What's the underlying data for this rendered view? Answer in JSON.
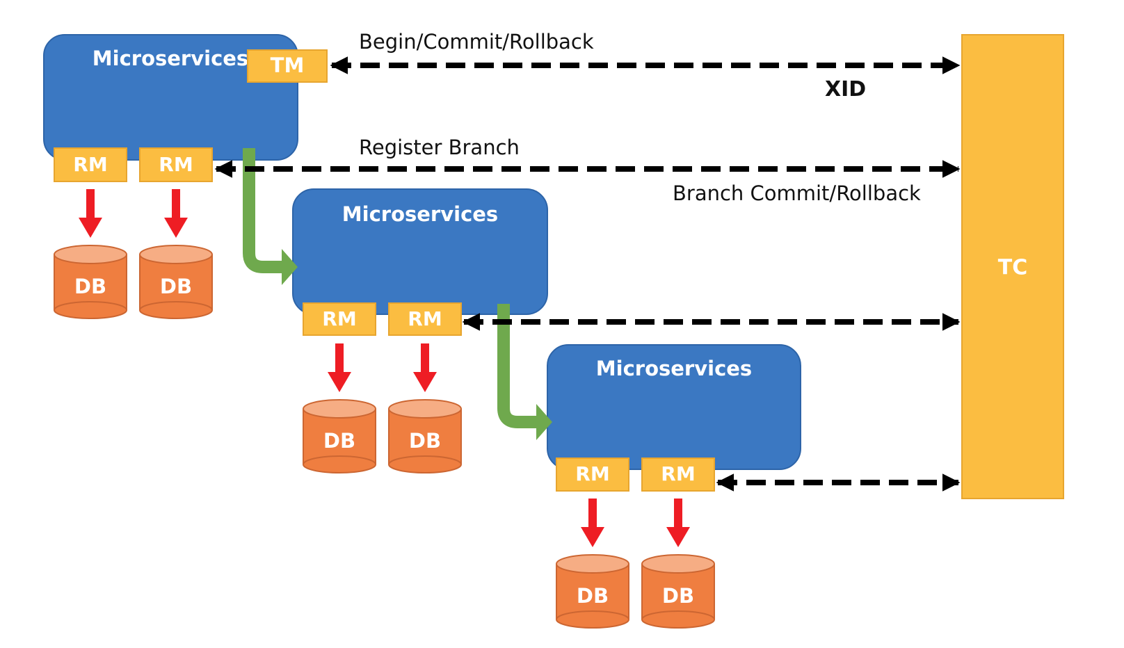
{
  "colors": {
    "service_blue": "#3b78c2",
    "service_border": "#2d64a8",
    "tag_yellow": "#fbbd41",
    "tag_border": "#e7a52f",
    "db_orange": "#ef7e40",
    "db_top": "#f6ad84",
    "db_border": "#cc6632",
    "red_arrow": "#ee1d24",
    "green_flow": "#6fa94d",
    "black_line": "#000000"
  },
  "labels": {
    "begin_commit_rollback": "Begin/Commit/Rollback",
    "xid": "XID",
    "register_branch": "Register Branch",
    "branch_commit_rollback": "Branch Commit/Rollback",
    "tc": "TC",
    "tm": "TM"
  },
  "services": [
    {
      "label": "Microservices",
      "rms": [
        {
          "label": "RM"
        },
        {
          "label": "RM"
        }
      ],
      "dbs": [
        {
          "label": "DB"
        },
        {
          "label": "DB"
        }
      ]
    },
    {
      "label": "Microservices",
      "rms": [
        {
          "label": "RM"
        },
        {
          "label": "RM"
        }
      ],
      "dbs": [
        {
          "label": "DB"
        },
        {
          "label": "DB"
        }
      ]
    },
    {
      "label": "Microservices",
      "rms": [
        {
          "label": "RM"
        },
        {
          "label": "RM"
        }
      ],
      "dbs": [
        {
          "label": "DB"
        },
        {
          "label": "DB"
        }
      ]
    }
  ],
  "icons": {
    "bidirectional_dashed_arrow": "dashed-double-arrow-icon",
    "database": "cylinder-db-icon",
    "flow_arrow": "green-bent-arrow-icon",
    "write_arrow": "red-down-arrow-icon"
  }
}
